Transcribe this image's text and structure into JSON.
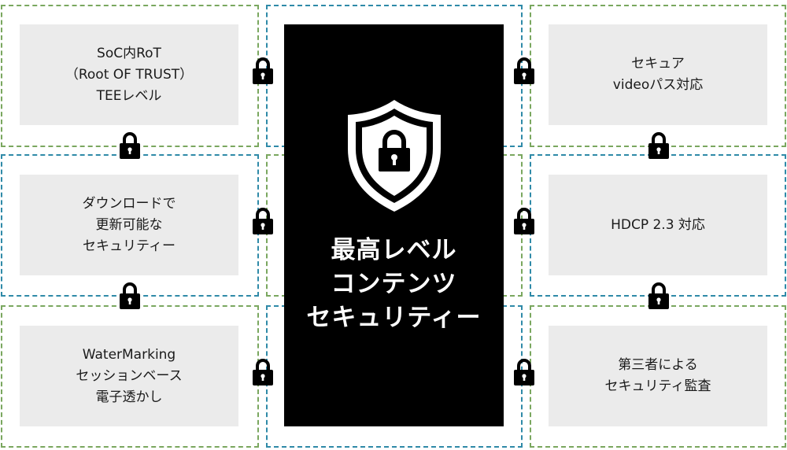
{
  "center": {
    "title_lines": [
      "最高レベル",
      "コンテンツ",
      "セキュリティー"
    ],
    "icon": "shield-lock-icon"
  },
  "left_boxes": [
    {
      "lines": [
        "SoC内RoT",
        "（Root OF TRUST）",
        "TEEレベル"
      ]
    },
    {
      "lines": [
        "ダウンロードで",
        "更新可能な",
        "セキュリティー"
      ]
    },
    {
      "lines": [
        "WaterMarking",
        "セッションベース",
        "電子透かし"
      ]
    }
  ],
  "right_boxes": [
    {
      "lines": [
        "セキュア",
        "videoパス対応"
      ]
    },
    {
      "lines": [
        "HDCP 2.3 対応"
      ]
    },
    {
      "lines": [
        "第三者による",
        "セキュリティ監査"
      ]
    }
  ],
  "connector_icon": "padlock-icon",
  "colors": {
    "green_border": "#7aa75f",
    "blue_border": "#2f8aa8",
    "box_bg": "#ebebeb",
    "center_bg": "#000000",
    "lock": "#000000"
  }
}
